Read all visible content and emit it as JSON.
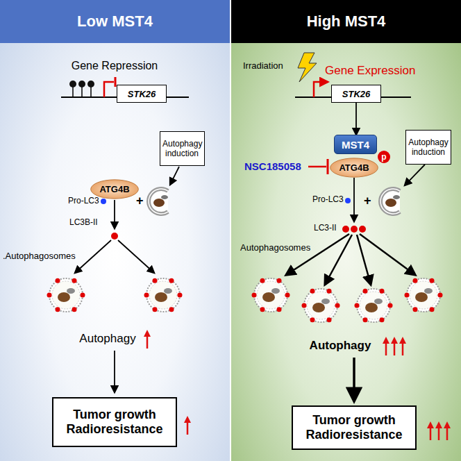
{
  "diagram": {
    "nodes": [
      {
        "text": [
          "Low MST4"
        ]
      },
      {
        "text": [
          "STK26"
        ],
        "in": 0
      },
      {
        "text": [
          "Autophagy induction"
        ],
        "in": 0
      },
      {
        "text": [
          "ATG4B"
        ],
        "in": 0
      },
      {
        "text": [
          "Tumor growth Radioresistance"
        ],
        "in": 0
      },
      {
        "text": [
          "High MST4"
        ]
      },
      {
        "text": [
          "STK26"
        ],
        "in": 5
      },
      {
        "text": [
          "MST4"
        ],
        "in": 5
      },
      {
        "text": [
          "p"
        ],
        "in": 5
      },
      {
        "text": [
          "ATG4B"
        ],
        "in": 5
      },
      {
        "text": [
          "Autophagy induction"
        ],
        "in": 5
      },
      {
        "text": [
          "Tumor growth Radioresistance"
        ],
        "in": 5
      }
    ],
    "edges": [
      {
        "from": 6,
        "to": 7,
        "arrow": "to"
      }
    ],
    "labels": [
      "Gene Repression",
      "Pro-LC3",
      "+",
      "LC3B-II",
      ".Autophagosomes",
      "Autophagy",
      "Irradiation",
      "Gene Expression",
      "NSC185058",
      "Pro-LC3",
      "+",
      "LC3-II",
      "Autophagosomes",
      "Autophagy"
    ]
  }
}
